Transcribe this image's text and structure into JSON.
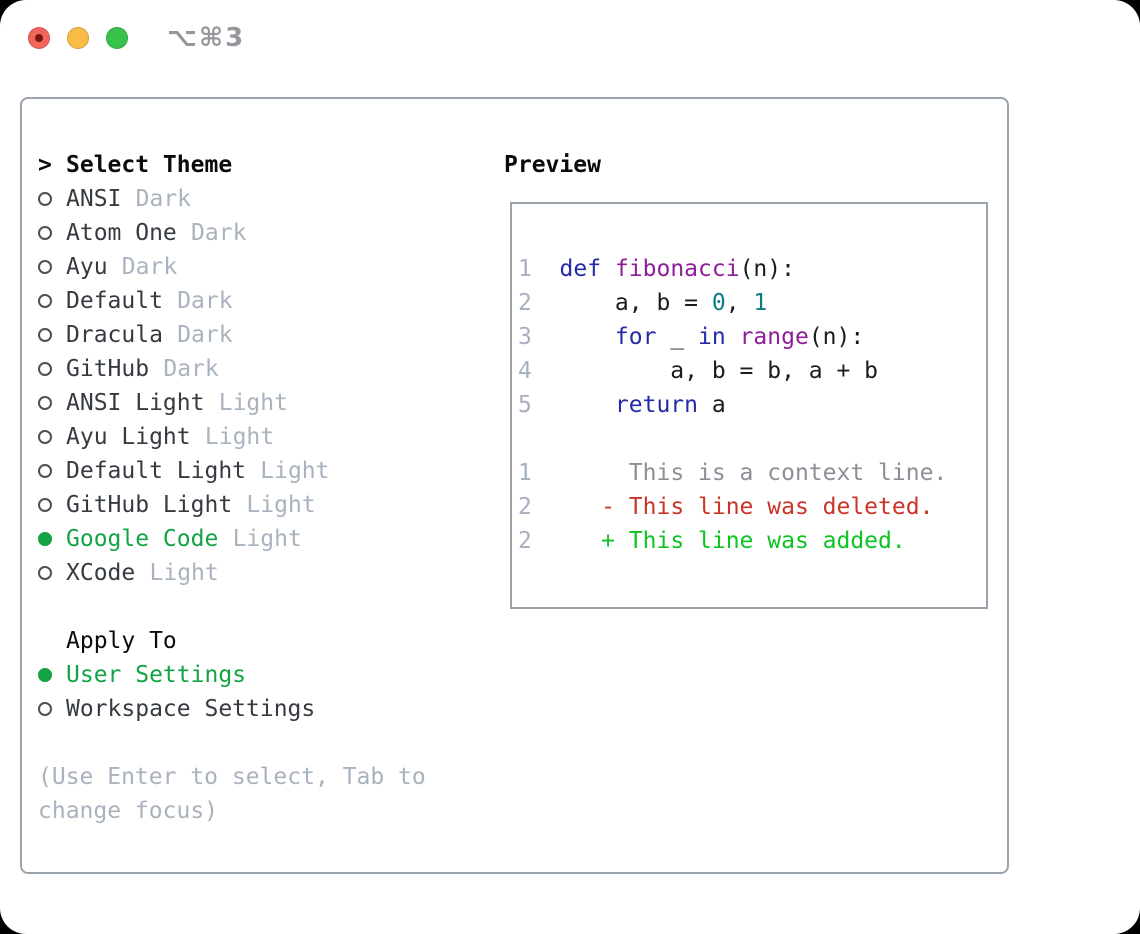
{
  "window": {
    "title": "⌥⌘3"
  },
  "colors": {
    "keyword_blue": "#232aa5",
    "function_purple": "#8e1d99",
    "literal_teal": "#0c7d86",
    "code_plain": "#1a1b1d",
    "line_number_gray": "#a6b0bf",
    "context_gray": "#8b9096",
    "deleted_red": "#c93527",
    "added_green": "#0ec422",
    "selected_green": "#12a444",
    "item_dark": "#363b41",
    "muted_gray": "#a9b2bf",
    "header_black": "#0a0b0c",
    "border_gray": "#9aa3ae",
    "title_gray": "#96969c",
    "radio_outline": "#4c5157",
    "traffic_red": "#f1655c",
    "traffic_yellow": "#f7bd45",
    "traffic_green": "#36c24b",
    "traffic_red_dot": "#7a1410"
  },
  "theme_list": {
    "prompt": ">",
    "header": "Select Theme",
    "items": [
      {
        "name": "ANSI",
        "variant": "Dark",
        "selected": false
      },
      {
        "name": "Atom One",
        "variant": "Dark",
        "selected": false
      },
      {
        "name": "Ayu",
        "variant": "Dark",
        "selected": false
      },
      {
        "name": "Default",
        "variant": "Dark",
        "selected": false
      },
      {
        "name": "Dracula",
        "variant": "Dark",
        "selected": false
      },
      {
        "name": "GitHub",
        "variant": "Dark",
        "selected": false
      },
      {
        "name": "ANSI Light",
        "variant": "Light",
        "selected": false
      },
      {
        "name": "Ayu Light",
        "variant": "Light",
        "selected": false
      },
      {
        "name": "Default Light",
        "variant": "Light",
        "selected": false
      },
      {
        "name": "GitHub Light",
        "variant": "Light",
        "selected": false
      },
      {
        "name": "Google Code",
        "variant": "Light",
        "selected": true
      },
      {
        "name": "XCode",
        "variant": "Light",
        "selected": false
      }
    ]
  },
  "apply_to": {
    "header": "Apply To",
    "options": [
      {
        "label": "User Settings",
        "selected": true
      },
      {
        "label": "Workspace Settings",
        "selected": false
      }
    ]
  },
  "hint": "(Use Enter to select, Tab to change focus)",
  "preview": {
    "header": "Preview",
    "code_lines": [
      {
        "num": "1",
        "segments": [
          {
            "t": "def",
            "c": "kw"
          },
          {
            "t": " ",
            "c": "pl"
          },
          {
            "t": "fibonacci",
            "c": "fn"
          },
          {
            "t": "(n):",
            "c": "pl"
          }
        ]
      },
      {
        "num": "2",
        "segments": [
          {
            "t": "    a, b = ",
            "c": "pl"
          },
          {
            "t": "0",
            "c": "lit"
          },
          {
            "t": ", ",
            "c": "pl"
          },
          {
            "t": "1",
            "c": "lit"
          }
        ]
      },
      {
        "num": "3",
        "segments": [
          {
            "t": "    ",
            "c": "pl"
          },
          {
            "t": "for",
            "c": "kw"
          },
          {
            "t": " _ ",
            "c": "pl"
          },
          {
            "t": "in",
            "c": "kw"
          },
          {
            "t": " ",
            "c": "pl"
          },
          {
            "t": "range",
            "c": "fn"
          },
          {
            "t": "(n):",
            "c": "pl"
          }
        ]
      },
      {
        "num": "4",
        "segments": [
          {
            "t": "        a, b = b, a + b",
            "c": "pl"
          }
        ]
      },
      {
        "num": "5",
        "segments": [
          {
            "t": "    ",
            "c": "pl"
          },
          {
            "t": "return",
            "c": "kw"
          },
          {
            "t": " a",
            "c": "pl"
          }
        ]
      }
    ],
    "diff_lines": [
      {
        "num": "1",
        "sign": "",
        "text": "This is a context line.",
        "type": "context"
      },
      {
        "num": "2",
        "sign": "-",
        "text": "This line was deleted.",
        "type": "deleted"
      },
      {
        "num": "2",
        "sign": "+",
        "text": "This line was added.",
        "type": "added"
      }
    ]
  }
}
